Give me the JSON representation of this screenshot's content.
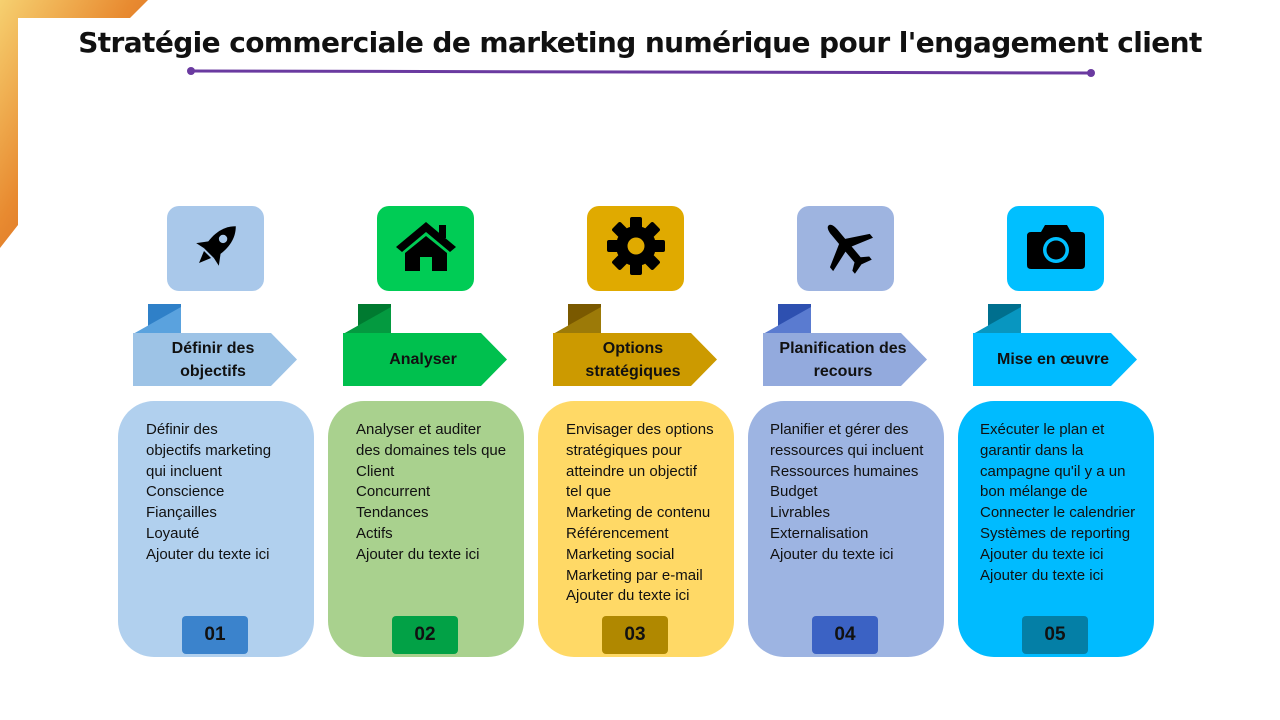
{
  "title": "Stratégie commerciale de marketing numérique pour l'engagement client",
  "colors": {
    "title_line": "#6a3aa0",
    "corner_dark": "#c8501a",
    "corner_light": "#f6d070"
  },
  "steps": [
    {
      "number": "01",
      "icon": "rocket-icon",
      "label_lines": [
        "Définir des",
        "objectifs"
      ],
      "lines": [
        "Définir des",
        "objectifs marketing",
        "qui incluent",
        "Conscience",
        "Fiançailles",
        "Loyauté",
        "Ajouter du texte ici"
      ],
      "colors": {
        "icon_bg": "#a9c8ea",
        "flag_dark": "#2f80c8",
        "flag_light": "#5aa2de",
        "arrow": "#9dc3e6",
        "card": "#b1d0ee",
        "badge": "#3b83cc"
      }
    },
    {
      "number": "02",
      "icon": "home-icon",
      "label_lines": [
        "Analyser"
      ],
      "lines": [
        "Analyser et auditer",
        "des domaines tels que",
        "Client",
        "Concurrent",
        "Tendances",
        "Actifs",
        "Ajouter du texte ici"
      ],
      "colors": {
        "icon_bg": "#00cc55",
        "flag_dark": "#007a30",
        "flag_light": "#049a40",
        "arrow": "#00c04e",
        "card": "#a9d18e",
        "badge": "#02a146"
      }
    },
    {
      "number": "03",
      "icon": "gear-icon",
      "label_lines": [
        "Options",
        "stratégiques"
      ],
      "lines": [
        "Envisager des options",
        "stratégiques pour",
        "atteindre un objectif",
        "tel que",
        "Marketing de contenu",
        "Référencement",
        "Marketing social",
        "Marketing par e-mail",
        "Ajouter du texte ici"
      ],
      "colors": {
        "icon_bg": "#e0aa00",
        "flag_dark": "#7a5900",
        "flag_light": "#9c7a08",
        "arrow": "#cc9a00",
        "card": "#ffd966",
        "badge": "#b08800"
      }
    },
    {
      "number": "04",
      "icon": "airplane-icon",
      "label_lines": [
        "Planification des",
        "recours"
      ],
      "lines": [
        "Planifier et gérer des",
        "ressources qui incluent",
        "Ressources humaines",
        "Budget",
        "Livrables",
        "Externalisation",
        "Ajouter du texte ici"
      ],
      "colors": {
        "icon_bg": "#9eb4e0",
        "flag_dark": "#2e50b0",
        "flag_light": "#5a7bd0",
        "arrow": "#93aadd",
        "card": "#9db4e2",
        "badge": "#3b62c4"
      }
    },
    {
      "number": "05",
      "icon": "camera-icon",
      "label_lines": [
        "Mise en œuvre"
      ],
      "lines": [
        "Exécuter le plan et",
        "garantir dans la",
        "campagne qu'il y a un",
        "bon mélange de",
        "Connecter le calendrier",
        "Systèmes de reporting",
        "Ajouter du texte ici",
        "Ajouter du texte ici"
      ],
      "colors": {
        "icon_bg": "#00bfff",
        "flag_dark": "#006f8e",
        "flag_light": "#0896c0",
        "arrow": "#00bbff",
        "card": "#00bbff",
        "badge": "#047fa6"
      }
    }
  ]
}
